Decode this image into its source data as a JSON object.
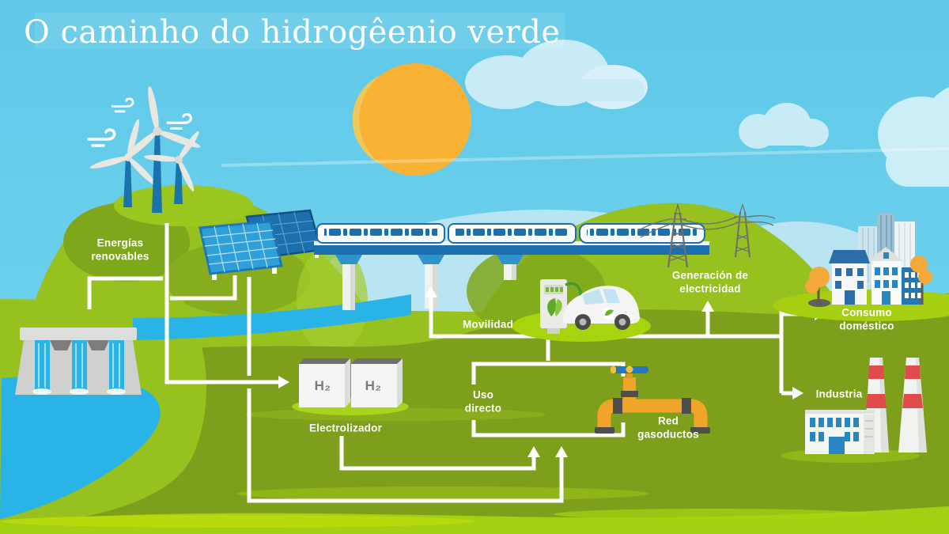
{
  "title": "O caminho do hidrogêenio verde",
  "labels": {
    "renewables": "Energías\nrenovables",
    "electrolyzer": "Electrolizador",
    "mobility": "Movilidad",
    "direct_use": "Uso\ndirecto",
    "gas_network": "Red\ngasoductos",
    "electricity_generation": "Generación de\nelectricidad",
    "domestic_consumption": "Consumo\ndoméstico",
    "industry": "Industria",
    "h2_unit_1": "H₂",
    "h2_unit_2": "H₂"
  },
  "icons": [
    "sun-icon",
    "cloud-icon",
    "wind-turbine-icon",
    "wind-swirl-icon",
    "solar-panel-icon",
    "hydro-dam-icon",
    "river-water",
    "train-bridge-icon",
    "charging-station-icon",
    "hydrogen-car-icon",
    "power-tower-icon",
    "city-icon",
    "factory-icon",
    "pipeline-valve-icon",
    "h2-tank-icon",
    "arrow-connector"
  ],
  "palette": {
    "sky": "#66cbe9",
    "cloud": "#c8ebf6",
    "sun": "#f9b233",
    "sun_highlight": "#fbc94a",
    "grass_bright": "#96c11f",
    "grass_dark": "#7e9f1b",
    "grass_accent": "#a3d013",
    "water": "#2ab3e7",
    "line_white": "#ffffff",
    "structure_blue": "#1b6fad",
    "solar_blue": "#2f9fd8",
    "pipe_orange": "#f0a42a",
    "valve_blue": "#1f78c1",
    "flange_gray": "#4e4e4c",
    "chimney_red": "#e04b4b",
    "building_blue": "#2277b5",
    "tree_orange": "#f4a93a",
    "concrete_gray": "#d5d7d4",
    "h2_text_gray": "#7b7d7a"
  }
}
